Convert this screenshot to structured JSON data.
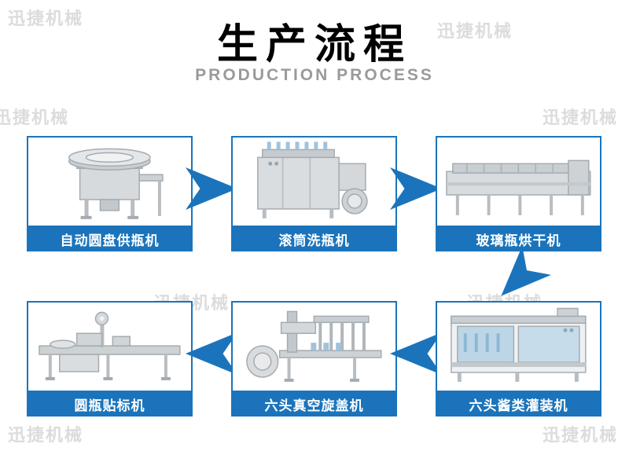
{
  "header": {
    "title": "生产流程",
    "subtitle": "PRODUCTION PROCESS"
  },
  "watermark": {
    "text": "迅捷机械"
  },
  "colors": {
    "accent_blue": "#1b74bb",
    "title_black": "#000000",
    "subtitle_gray": "#9a9a9a",
    "watermark_gray": "#dcdcdc",
    "machine_steel": "#d6dadd",
    "machine_accent": "#9fc3dd"
  },
  "flow": {
    "row1": {
      "direction": "left-to-right",
      "steps": [
        {
          "label": "自动圆盘供瓶机",
          "machine_icon": "rotary-disc-bottle-feeder-icon"
        },
        {
          "label": "滚筒洗瓶机",
          "machine_icon": "drum-bottle-washer-icon"
        },
        {
          "label": "玻璃瓶烘干机",
          "machine_icon": "glass-bottle-drying-machine-icon"
        }
      ]
    },
    "row2": {
      "direction": "right-to-left",
      "steps": [
        {
          "label": "圆瓶贴标机",
          "machine_icon": "round-bottle-labeling-machine-icon"
        },
        {
          "label": "六头真空旋盖机",
          "machine_icon": "six-head-vacuum-capping-machine-icon"
        },
        {
          "label": "六头酱类灌装机",
          "machine_icon": "six-head-sauce-filling-machine-icon"
        }
      ]
    }
  }
}
